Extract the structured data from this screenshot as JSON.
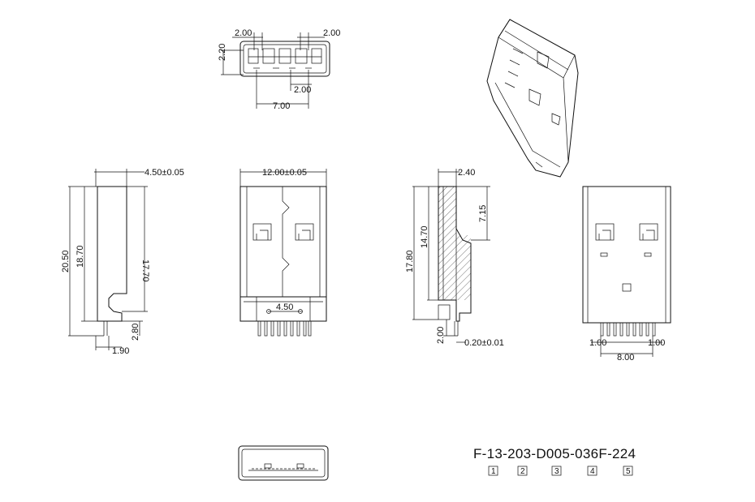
{
  "drawing": {
    "top_view_dims": {
      "pitch_left": "2.00",
      "pitch_right": "2.00",
      "height": "2.20",
      "pitch_mid": "2.00",
      "width": "7.00"
    },
    "side_view_dims": {
      "thickness": "4.50±0.05",
      "total_length": "20.50",
      "body_length": "18.70",
      "shell_length": "17.70",
      "pin_length": "2.80",
      "pin_offset": "1.90"
    },
    "front_view_dims": {
      "width": "12.00±0.05",
      "pin_span": "4.50"
    },
    "section_view_dims": {
      "top_offset": "2.40",
      "depth": "7.15",
      "overall": "17.80",
      "inner": "14.70",
      "pin_len": "2.00",
      "pin_thk": "0.20±0.01"
    },
    "back_view_dims": {
      "left_pitch": "1.00",
      "right_pitch": "1.00",
      "span": "8.00"
    }
  },
  "part_number": {
    "text": "F-13-203-D005-036F-224",
    "segment_markers": [
      "1",
      "2",
      "3",
      "4",
      "5"
    ]
  }
}
